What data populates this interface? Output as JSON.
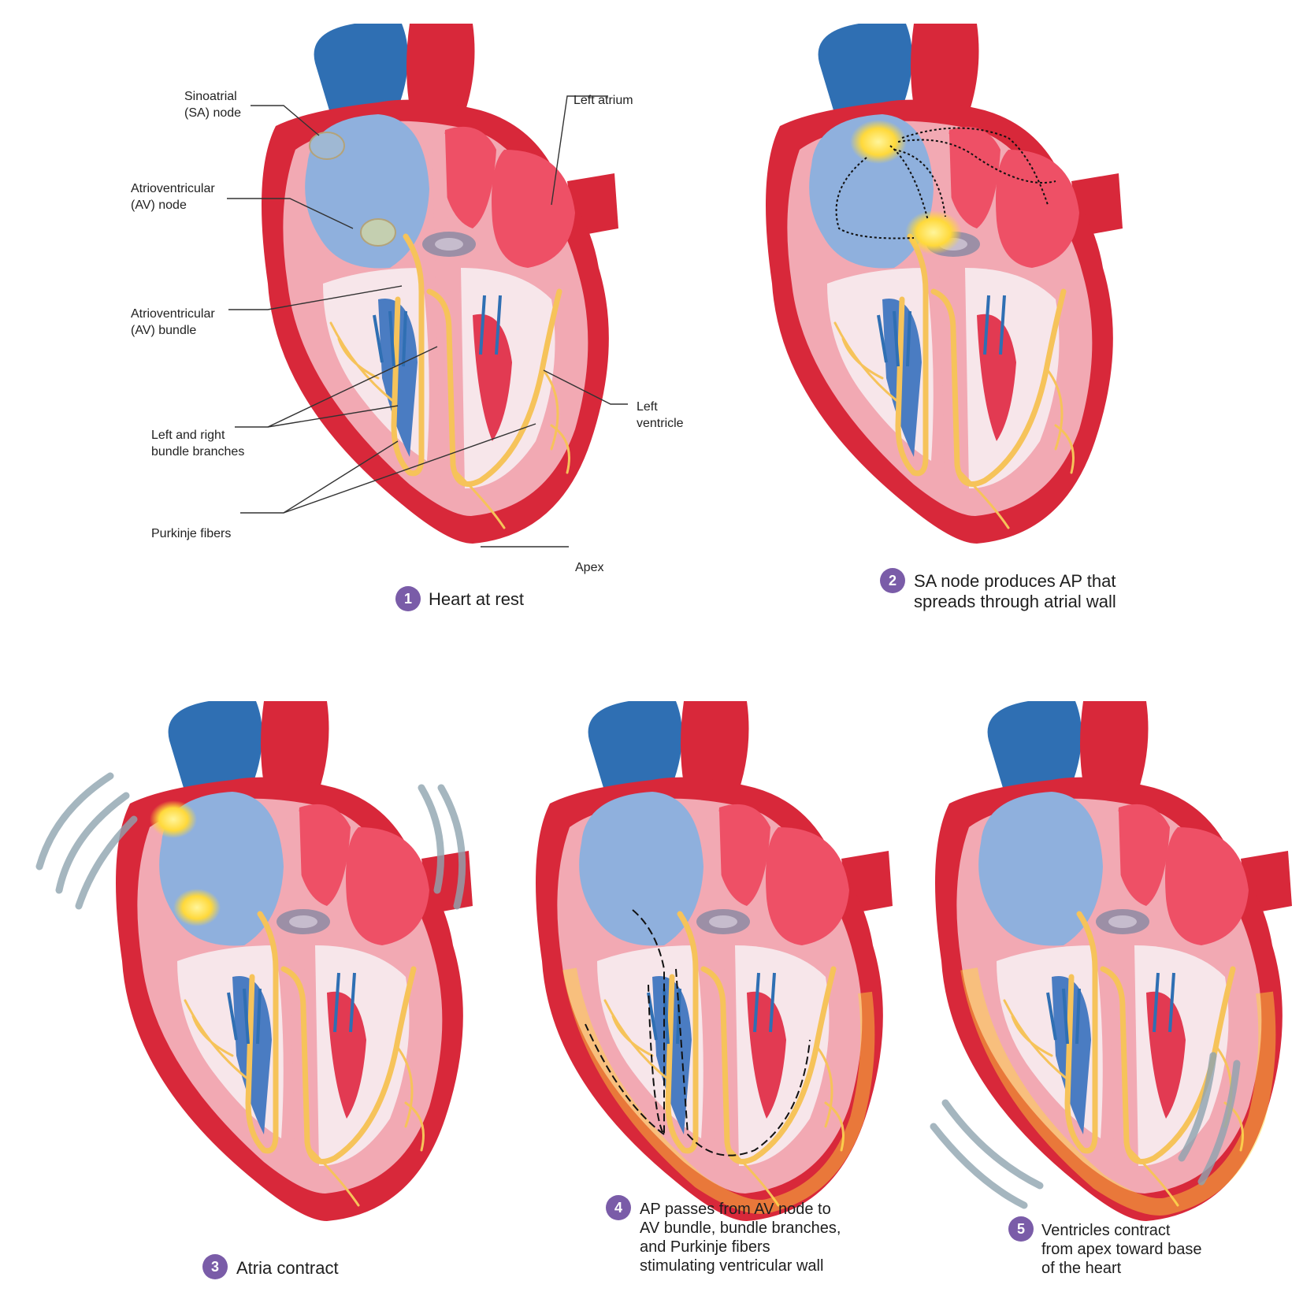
{
  "labels": {
    "sa_node": [
      "Sinoatrial",
      "(SA) node"
    ],
    "av_node": [
      "Atrioventricular",
      "(AV) node"
    ],
    "av_bundle": [
      "Atrioventricular",
      "(AV) bundle"
    ],
    "bundle_branches": [
      "Left and right",
      "bundle branches"
    ],
    "purkinje": [
      "Purkinje fibers"
    ],
    "left_atrium": [
      "Left atrium"
    ],
    "left_ventricle": [
      "Left",
      "ventricle"
    ],
    "apex": [
      "Apex"
    ]
  },
  "steps": [
    {
      "num": "1",
      "lines": [
        "Heart at rest"
      ]
    },
    {
      "num": "2",
      "lines": [
        "SA node produces AP that",
        "spreads through atrial wall"
      ]
    },
    {
      "num": "3",
      "lines": [
        "Atria contract"
      ]
    },
    {
      "num": "4",
      "lines": [
        "AP passes from AV node to",
        "AV bundle, bundle branches,",
        "and Purkinje fibers",
        "stimulating ventricular wall"
      ]
    },
    {
      "num": "5",
      "lines": [
        "Ventricles contract",
        "from apex toward base",
        "of the heart"
      ]
    }
  ],
  "colors": {
    "vein_blue": "#2f6fb3",
    "artery_red": "#d8283a",
    "wall_pink": "#f2a9b3",
    "chamber_blue": "#8fb0dd",
    "chamber_red": "#ee5066",
    "conduction": "#f6c35a",
    "active_glow": "#ffd93b",
    "step_badge": "#7a5ca8"
  }
}
